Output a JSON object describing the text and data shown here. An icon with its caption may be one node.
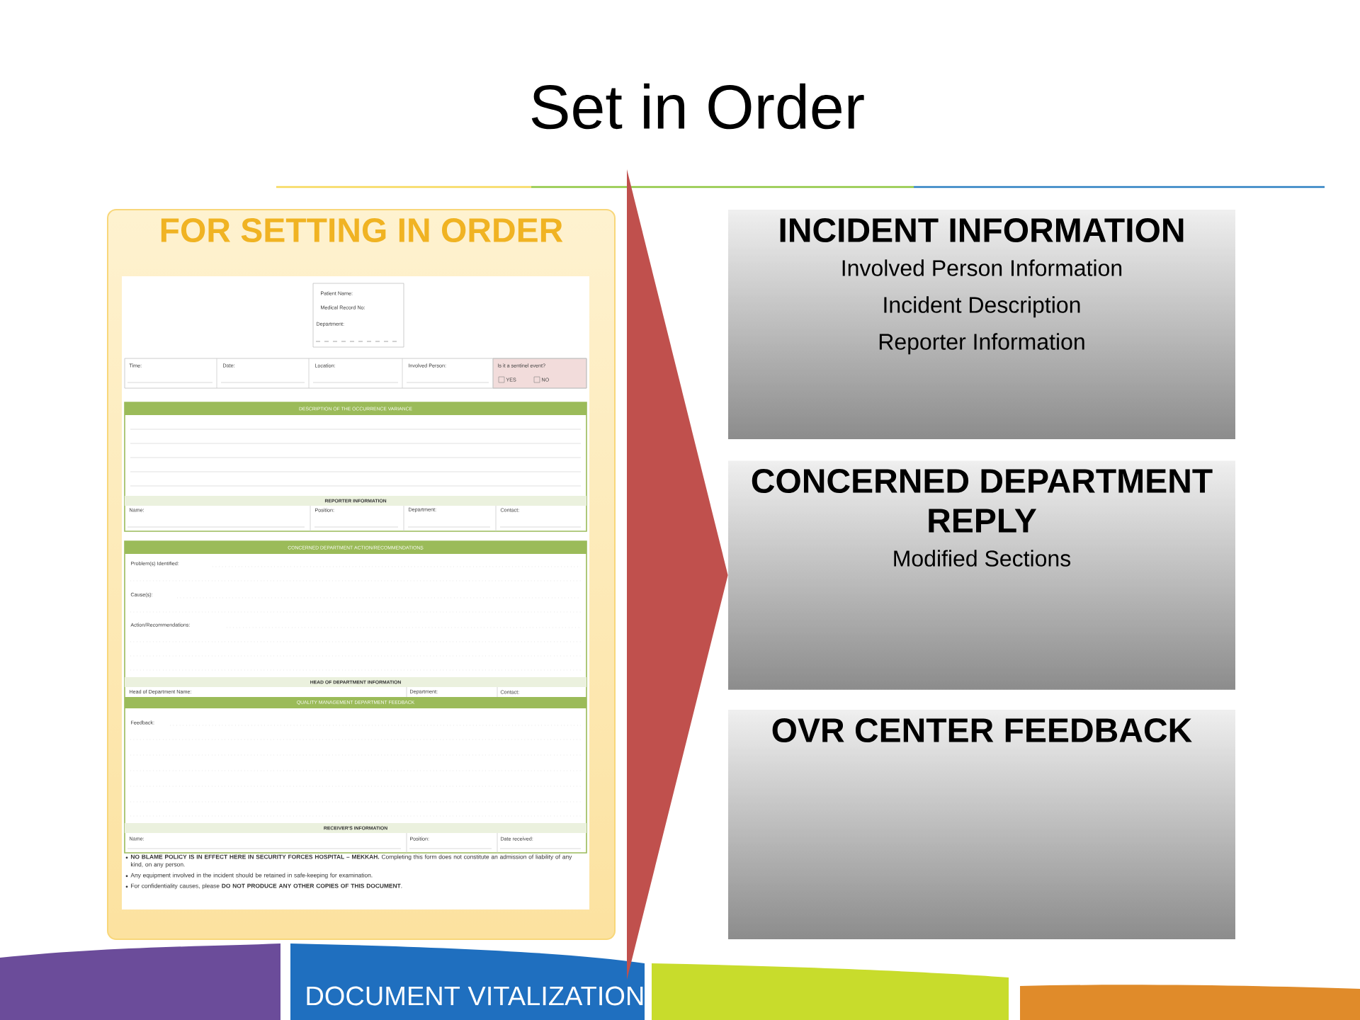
{
  "diagram": {
    "title": "Set in Order",
    "nodes": [
      {
        "text": [
          "FOR SETTING IN ORDER"
        ]
      },
      {
        "text": [
          "INCIDENT INFORMATION",
          "Involved Person Information",
          "Incident Description",
          "Reporter Information"
        ]
      },
      {
        "text": [
          "CONCERNED DEPARTMENT REPLY",
          "Modified Sections"
        ]
      },
      {
        "text": [
          "OVR CENTER FEEDBACK"
        ]
      }
    ],
    "edges": [
      {
        "from": 0,
        "to": 2,
        "arrow": "to"
      }
    ],
    "labels": [
      "Patient Name:",
      "Medical Record No:",
      "Department:",
      "Time:",
      "Date:",
      "Location:",
      "Involved Person:",
      "Is it a sentinel event?",
      "YES",
      "NO",
      "DESCRIPTION OF THE OCCURRENCE VARIANCE",
      "REPORTER INFORMATION",
      "Name:",
      "Position:",
      "Department:",
      "Contact:",
      "CONCERNED DEPARTMENT ACTION/RECOMMENDATIONS",
      "Problem(s) Identified:",
      "Cause(s):",
      "Action/Recommendations:",
      "HEAD OF DEPARTMENT INFORMATION",
      "Head of Department Name:",
      "Department:",
      "Contact:",
      "QUALITY MANAGEMENT DEPARTMENT FEEDBACK",
      "Feedback:",
      "RECEIVER'S INFORMATION",
      "Name:",
      "Position:",
      "Date received:",
      "**NO BLAME POLICY IS IN EFFECT HERE IN SECURITY FORCES HOSPITAL – MEKKAH.** Completing this form does not constitute an admission of liability of any kind, on any person.",
      "Any equipment involved in the incident should be retained in safe-keeping for examination.",
      "For confidentiality causes, please **DO NOT PRODUCE ANY OTHER COPIES OF THIS DOCUMENT**.",
      "DOCUMENT VITALIZATION"
    ]
  }
}
